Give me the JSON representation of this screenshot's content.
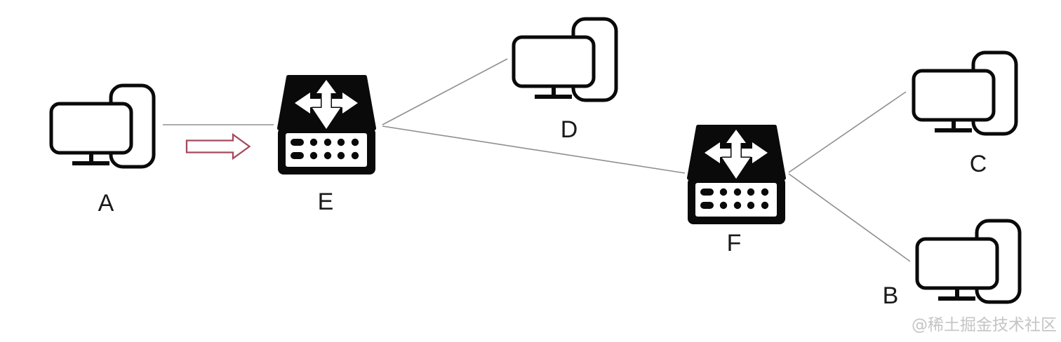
{
  "diagram": {
    "type": "network-topology",
    "nodes": {
      "a": {
        "label": "A",
        "type": "host",
        "icon": "computer-workstation-icon"
      },
      "b": {
        "label": "B",
        "type": "host",
        "icon": "computer-workstation-icon"
      },
      "c": {
        "label": "C",
        "type": "host",
        "icon": "computer-workstation-icon"
      },
      "d": {
        "label": "D",
        "type": "host",
        "icon": "computer-workstation-icon"
      },
      "e": {
        "label": "E",
        "type": "switch",
        "icon": "network-switch-icon"
      },
      "f": {
        "label": "F",
        "type": "switch",
        "icon": "network-switch-icon"
      }
    },
    "edges": [
      {
        "from": "A",
        "to": "E"
      },
      {
        "from": "E",
        "to": "D"
      },
      {
        "from": "E",
        "to": "F"
      },
      {
        "from": "F",
        "to": "C"
      },
      {
        "from": "F",
        "to": "B"
      }
    ],
    "flow_arrow": {
      "from": "A",
      "to": "E",
      "direction": "right",
      "style": "outlined-block-arrow"
    },
    "colors": {
      "background": "#ffffff",
      "icon": "#0a0a0a",
      "icon_fill": "#ffffff",
      "link_line": "#8f8f8f",
      "arrow_stroke": "#a5495c",
      "arrow_fill": "#ffffff",
      "label_text": "#1a1a1a",
      "watermark_text": "#c4c4c4"
    },
    "watermark": "@稀土掘金技术社区"
  }
}
